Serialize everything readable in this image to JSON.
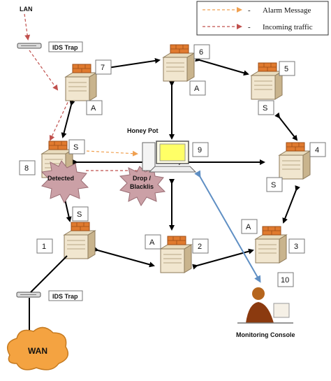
{
  "legend": {
    "alarm_label": "Alarm Message",
    "incoming_label": "Incoming traffic",
    "dash": "-",
    "alarm_color": "#f0a050",
    "incoming_color": "#c0504d"
  },
  "lan_label": "LAN",
  "wan_label": "WAN",
  "ids_trap_label": "IDS Trap",
  "honeypot_label": "Honey Pot",
  "monitoring_label": "Monitoring Console",
  "detected_label": "Detected",
  "drop_label_1": "Drop /",
  "drop_label_2": "Blacklis",
  "nodes": {
    "n1": {
      "num": "1",
      "tag": ""
    },
    "n2": {
      "num": "2",
      "tag": "A"
    },
    "n3": {
      "num": "3",
      "tag": "A"
    },
    "n4": {
      "num": "4",
      "tag": "S"
    },
    "n5": {
      "num": "5",
      "tag": "S"
    },
    "n6": {
      "num": "6",
      "tag": "A"
    },
    "n7": {
      "num": "7",
      "tag": "A"
    },
    "n8": {
      "num": "8",
      "tag": "S"
    },
    "n9": {
      "num": "9"
    },
    "n10": {
      "num": "10"
    },
    "n1_s": "S"
  },
  "colors": {
    "server_body": "#f1e6cf",
    "server_dark": "#c9b48d",
    "firewall": "#e07a2f",
    "burst": "#cba0a6",
    "cloud": "#f4a341",
    "blue_link": "#5f8fc4"
  }
}
